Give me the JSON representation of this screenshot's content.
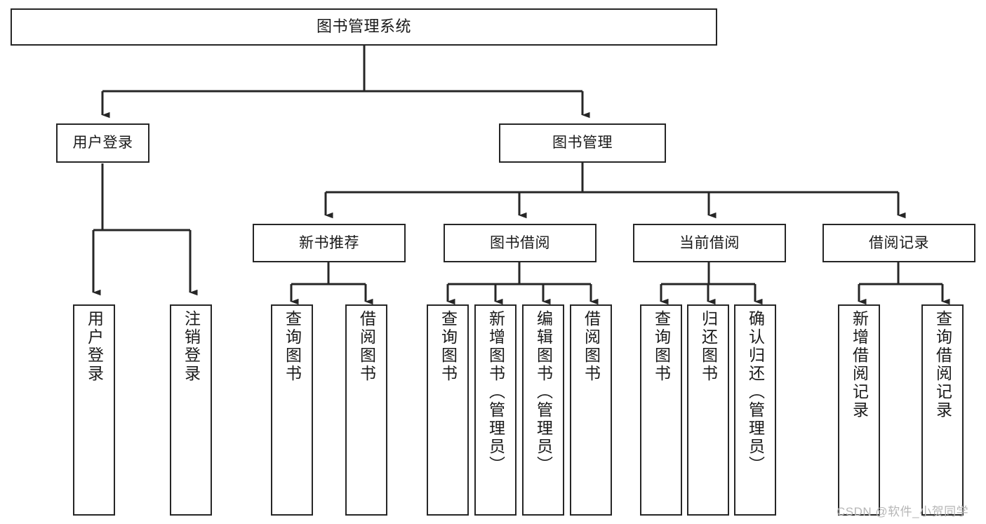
{
  "diagram": {
    "title": "图书管理系统",
    "type": "tree-hierarchy",
    "watermark": "CSDN @软件_小贺同学",
    "colors": {
      "stroke": "#262626",
      "fill": "#ffffff",
      "text": "#1a1a1a",
      "watermark": "#b6b6b6"
    },
    "nodes": {
      "root": {
        "label": "图书管理系统"
      },
      "level2": [
        {
          "label": "用户登录"
        },
        {
          "label": "图书管理"
        }
      ],
      "level3": [
        {
          "label": "新书推荐"
        },
        {
          "label": "图书借阅"
        },
        {
          "label": "当前借阅"
        },
        {
          "label": "借阅记录"
        }
      ],
      "leaves": {
        "user_login": [
          {
            "label": "用户登录"
          },
          {
            "label": "注销登录"
          }
        ],
        "new_book_recommend": [
          {
            "label": "查询图书"
          },
          {
            "label": "借阅图书"
          }
        ],
        "book_borrow": [
          {
            "label": "查询图书"
          },
          {
            "label": "新增图书（管理员）"
          },
          {
            "label": "编辑图书（管理员）"
          },
          {
            "label": "借阅图书"
          }
        ],
        "current_borrow": [
          {
            "label": "查询图书"
          },
          {
            "label": "归还图书"
          },
          {
            "label": "确认归还（管理员）"
          }
        ],
        "borrow_record": [
          {
            "label": "新增借阅记录"
          },
          {
            "label": "查询借阅记录"
          }
        ]
      }
    }
  }
}
